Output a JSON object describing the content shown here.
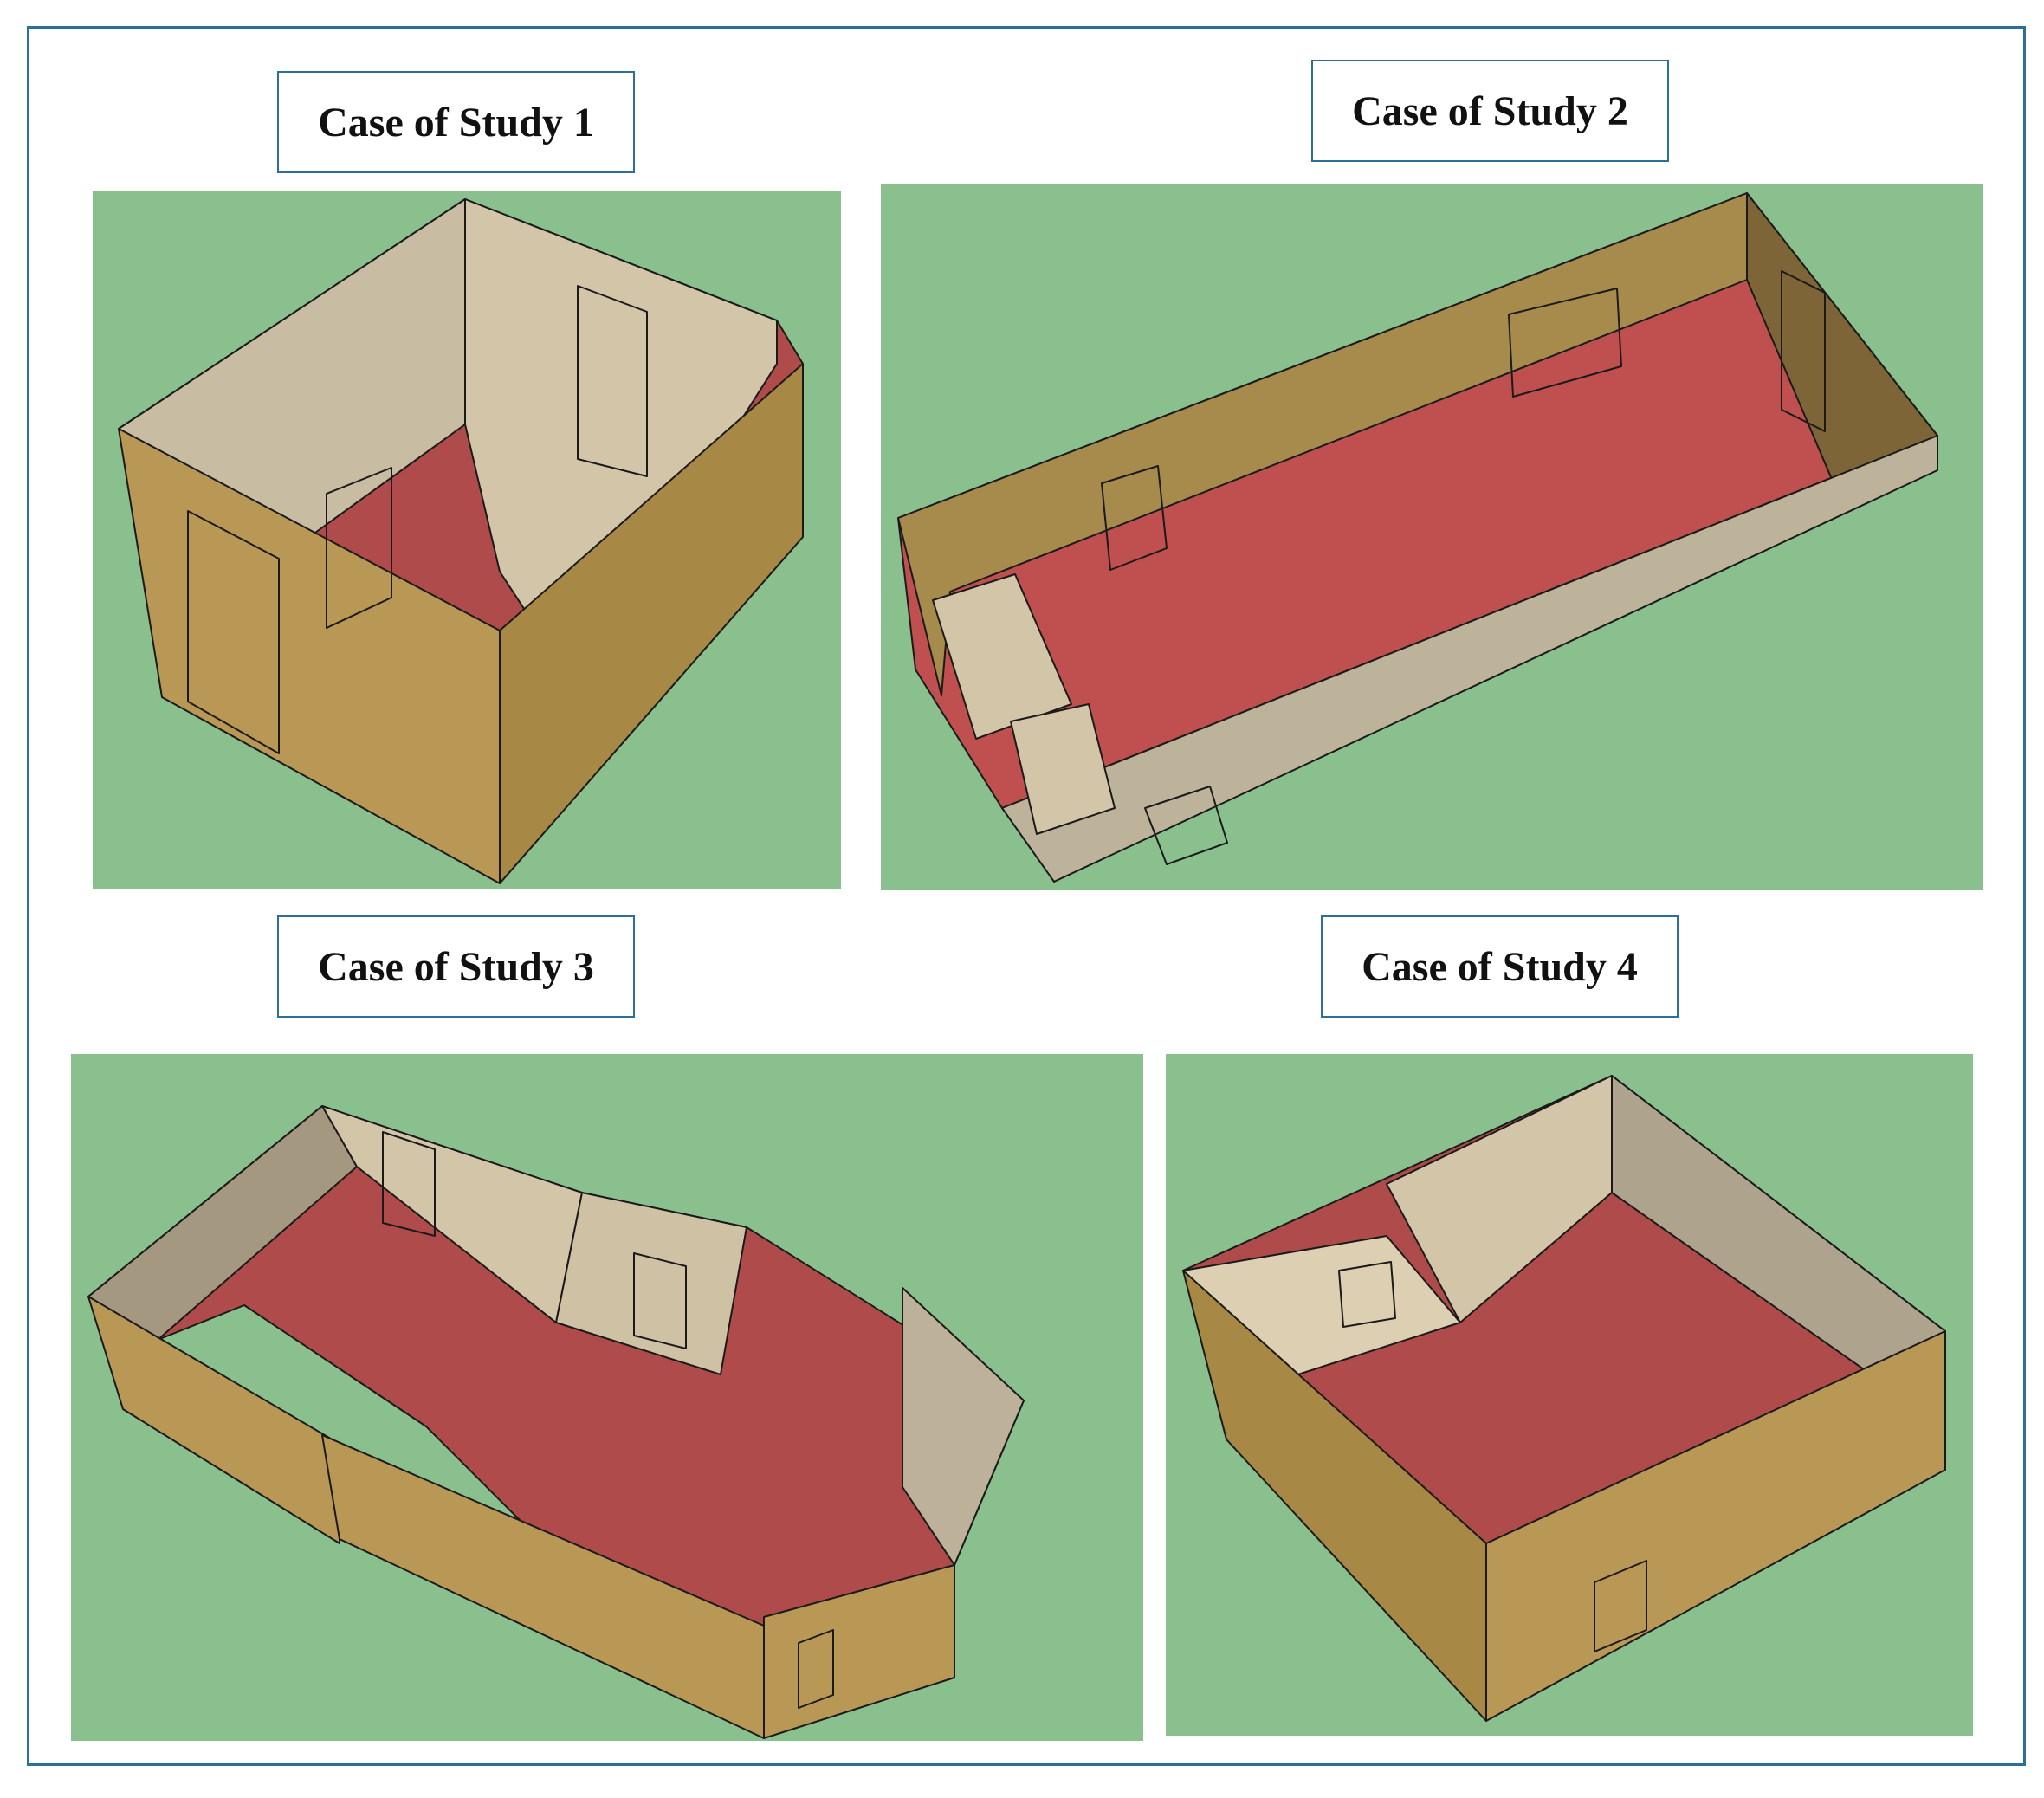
{
  "colors": {
    "border": "#2e6f9a",
    "ground": "#8abf8e",
    "floor": "#b04b4b",
    "wall_exterior": "#b8974f",
    "wall_interior": "#d3c5a8"
  },
  "cases": [
    {
      "id": "case1",
      "label": "Case of Study 1"
    },
    {
      "id": "case2",
      "label": "Case of Study 2"
    },
    {
      "id": "case3",
      "label": "Case of Study 3"
    },
    {
      "id": "case4",
      "label": "Case of Study 4"
    }
  ]
}
